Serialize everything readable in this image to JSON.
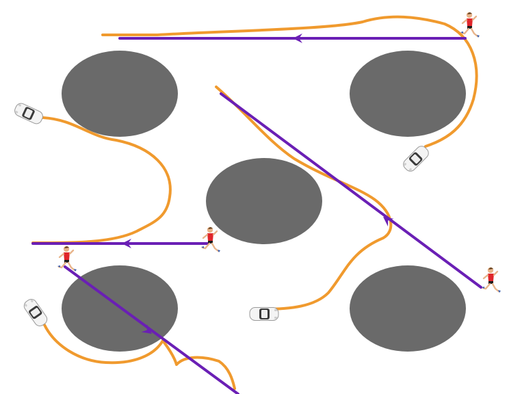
{
  "scene": {
    "background": "#ffffff",
    "colors": {
      "obstacle": "#6a6a6a",
      "pedestrian_path": "#6a1fb5",
      "vehicle_path": "#f09a2e",
      "runner_shirt": "#e0262b",
      "runner_shorts": "#1a1a1a",
      "runner_skin": "#e8b48a",
      "car_body": "#f4f4f4",
      "car_glass": "#3a3a3a"
    },
    "icons": [
      "runner-icon",
      "car-icon",
      "direction-arrow-icon"
    ],
    "obstacle_count": 5,
    "runner_count": 4,
    "car_count": 4
  }
}
